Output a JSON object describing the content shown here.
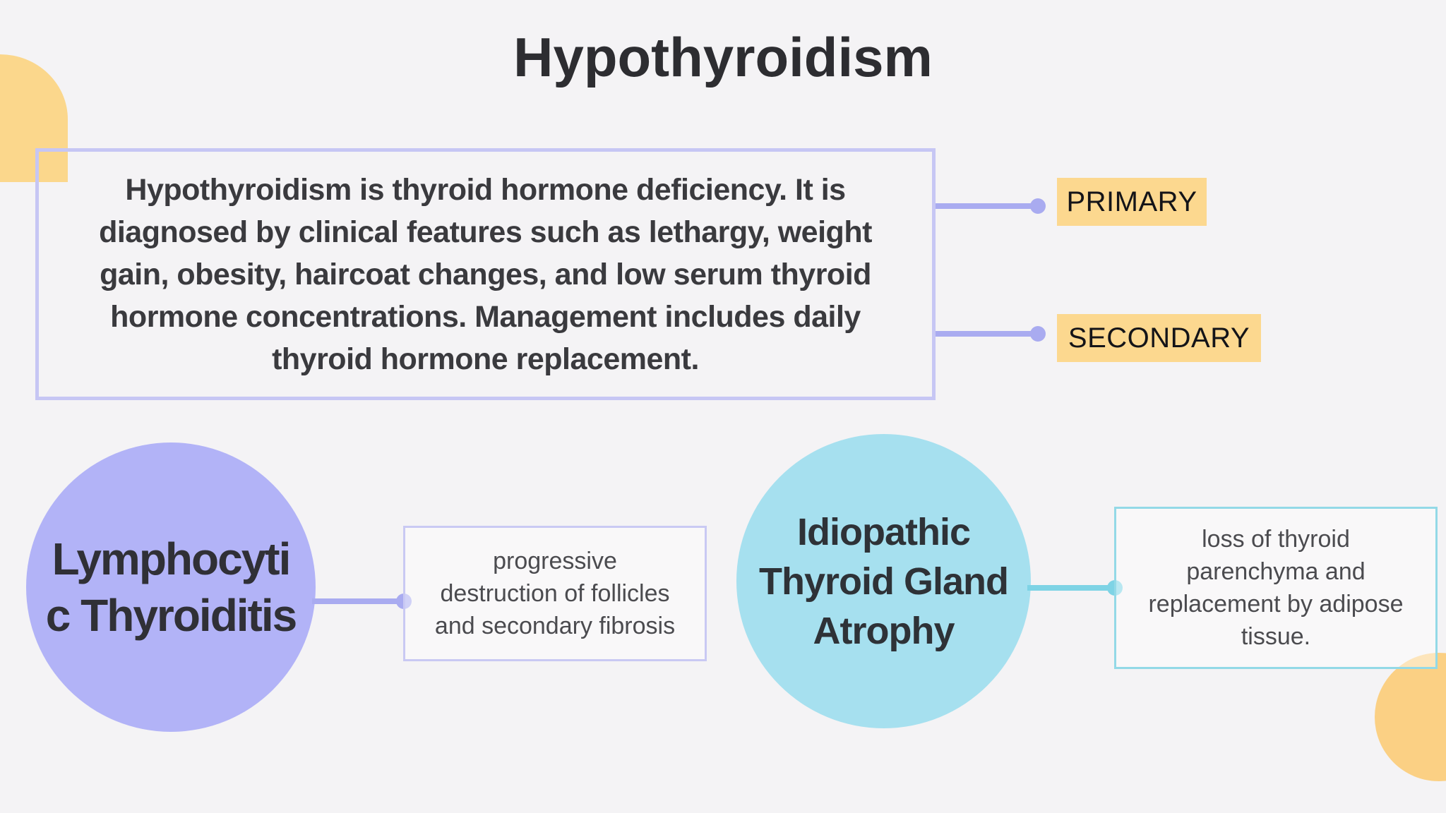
{
  "title": "Hypothyroidism",
  "definition": {
    "lines": [
      "Hypothyroidism is thyroid hormone deficiency. It is",
      "diagnosed by clinical features such as lethargy, weight",
      "gain, obesity, haircoat changes, and low serum thyroid",
      "hormone concentrations. Management includes daily",
      "thyroid hormone replacement."
    ]
  },
  "classification": {
    "primary_label": "PRIMARY",
    "secondary_label": "SECONDARY"
  },
  "causes": [
    {
      "name_lines": [
        "Lymphocyti",
        "c Thyroiditis"
      ],
      "note_lines": [
        "progressive",
        "destruction of follicles",
        "and secondary fibrosis"
      ]
    },
    {
      "name_lines": [
        "Idiopathic",
        "Thyroid Gland",
        "Atrophy"
      ],
      "note_lines": [
        "loss of thyroid",
        "parenchyma and",
        "replacement by adipose",
        "tissue."
      ]
    }
  ],
  "colors": {
    "background": "#f4f3f5",
    "accent_yellow": "#fcd88f",
    "accent_lavender_fill": "#b2b3f7",
    "accent_lavender_line": "#a9abf0",
    "accent_lavender_border": "#c6c6f4",
    "accent_cyan_fill": "#a6e0ef",
    "accent_cyan_line": "#7ed3e5",
    "text_dark": "#2d2d31",
    "text_body": "#3a3a3e",
    "text_note": "#4b4b4f"
  }
}
